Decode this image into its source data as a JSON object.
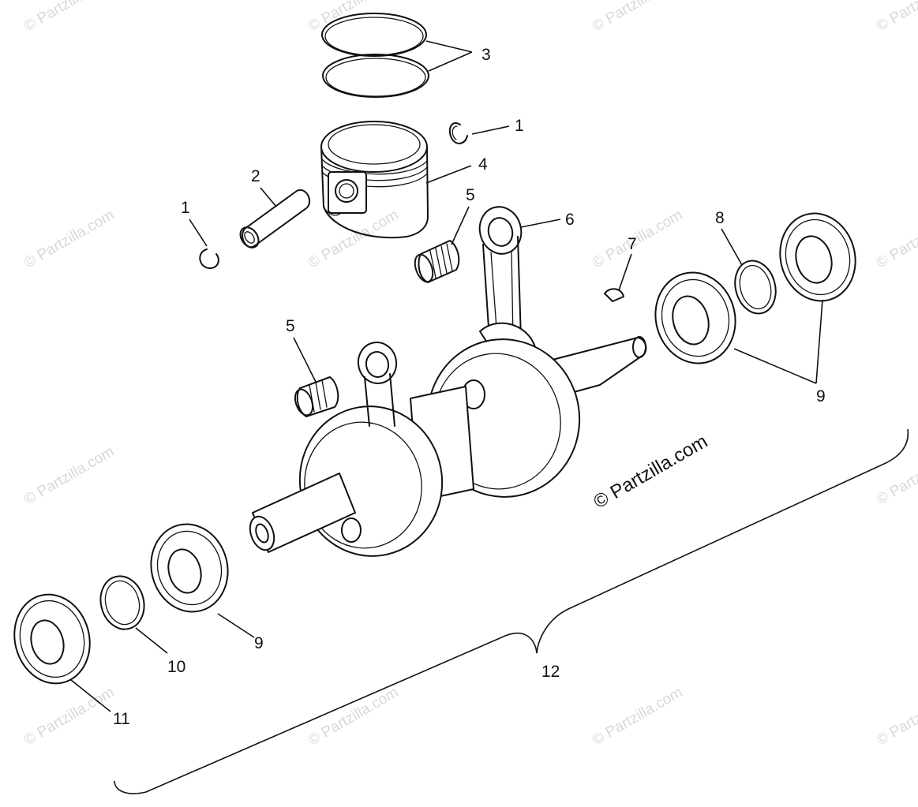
{
  "diagram": {
    "copyright": "© Partzilla.com",
    "watermark": "© Partzilla.com",
    "callouts": {
      "c3": "3",
      "c1_top": "1",
      "c2": "2",
      "c4": "4",
      "c1_left": "1",
      "c5_top": "5",
      "c6": "6",
      "c7": "7",
      "c8": "8",
      "c5_mid": "5",
      "c9_right": "9",
      "c9_left": "9",
      "c10": "10",
      "c11": "11",
      "c12": "12"
    }
  }
}
